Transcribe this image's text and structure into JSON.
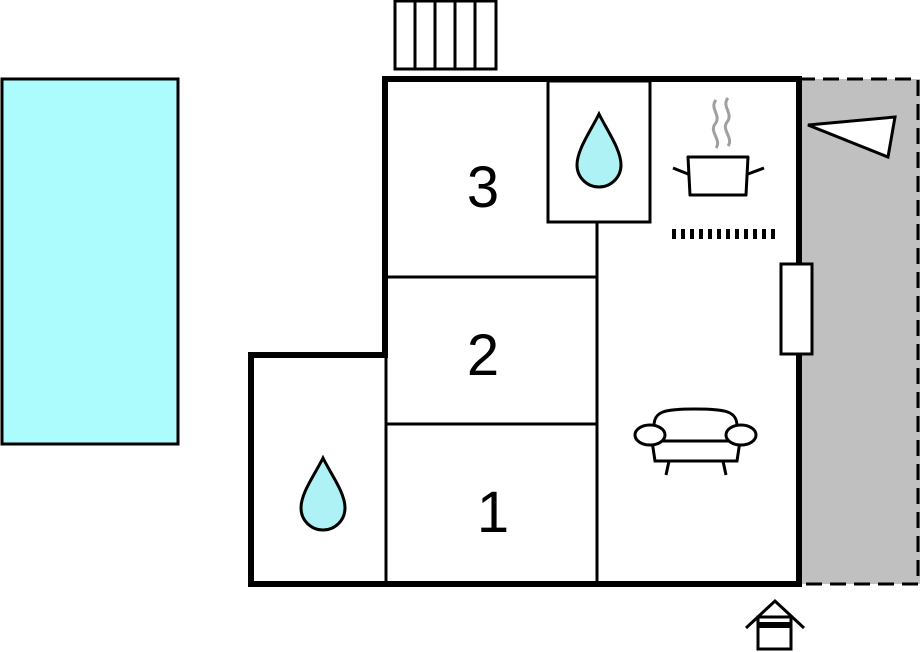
{
  "colors": {
    "pool": "#adfcfd",
    "water": "#aef2f6",
    "terrace": "#c0c0c0",
    "wall": "#000000",
    "background": "#ffffff",
    "steam": "#a0a0a0"
  },
  "icons": [
    "stairs-icon",
    "water-drop-icon",
    "cooking-pot-icon",
    "sofa-icon",
    "entrance-icon",
    "compass-north-icon"
  ],
  "rooms": [
    {
      "number": "1"
    },
    {
      "number": "2"
    },
    {
      "number": "3"
    }
  ]
}
